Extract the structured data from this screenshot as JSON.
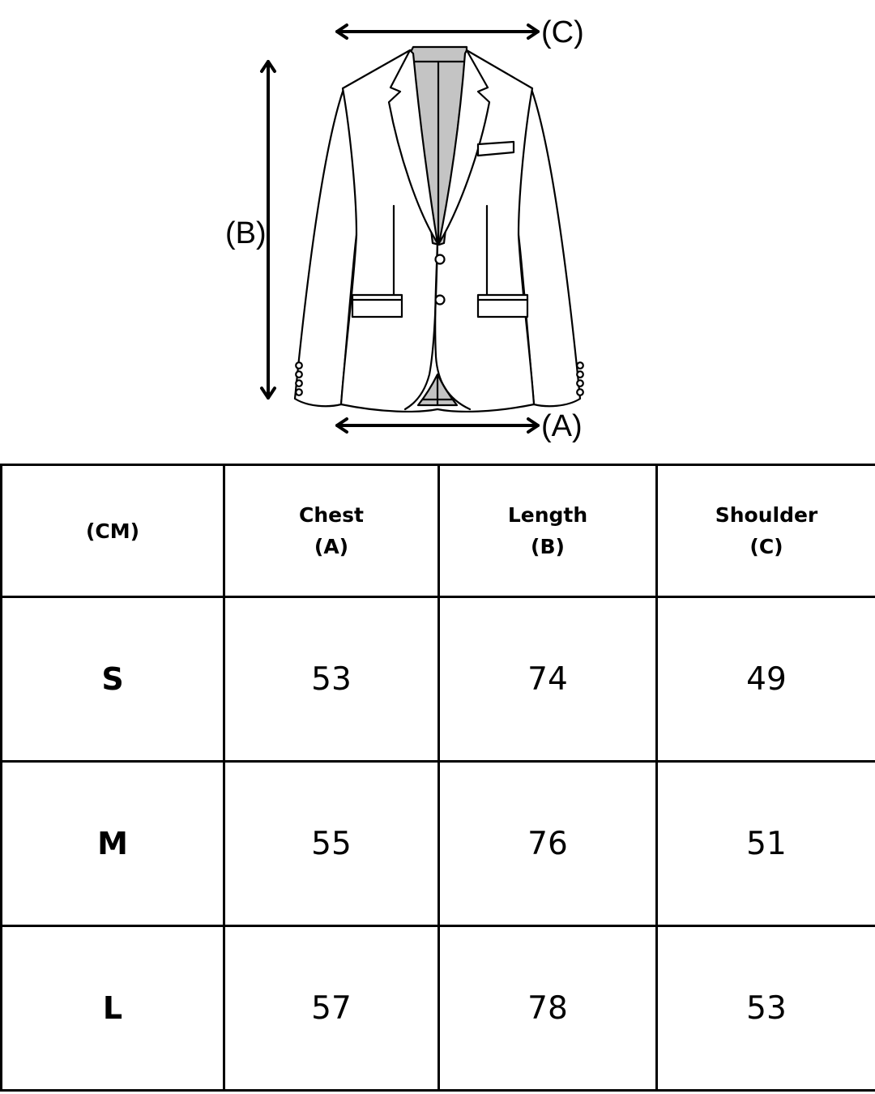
{
  "diagram": {
    "garment": "blazer",
    "labels": {
      "chest": "(A)",
      "length": "(B)",
      "shoulder": "(C)"
    }
  },
  "table": {
    "unit_header": "(CM)",
    "columns": [
      {
        "name": "Chest",
        "code": "(A)"
      },
      {
        "name": "Length",
        "code": "(B)"
      },
      {
        "name": "Shoulder",
        "code": "(C)"
      }
    ],
    "rows": [
      {
        "size": "S",
        "values": [
          "53",
          "74",
          "49"
        ]
      },
      {
        "size": "M",
        "values": [
          "55",
          "76",
          "51"
        ]
      },
      {
        "size": "L",
        "values": [
          "57",
          "78",
          "53"
        ]
      }
    ]
  }
}
